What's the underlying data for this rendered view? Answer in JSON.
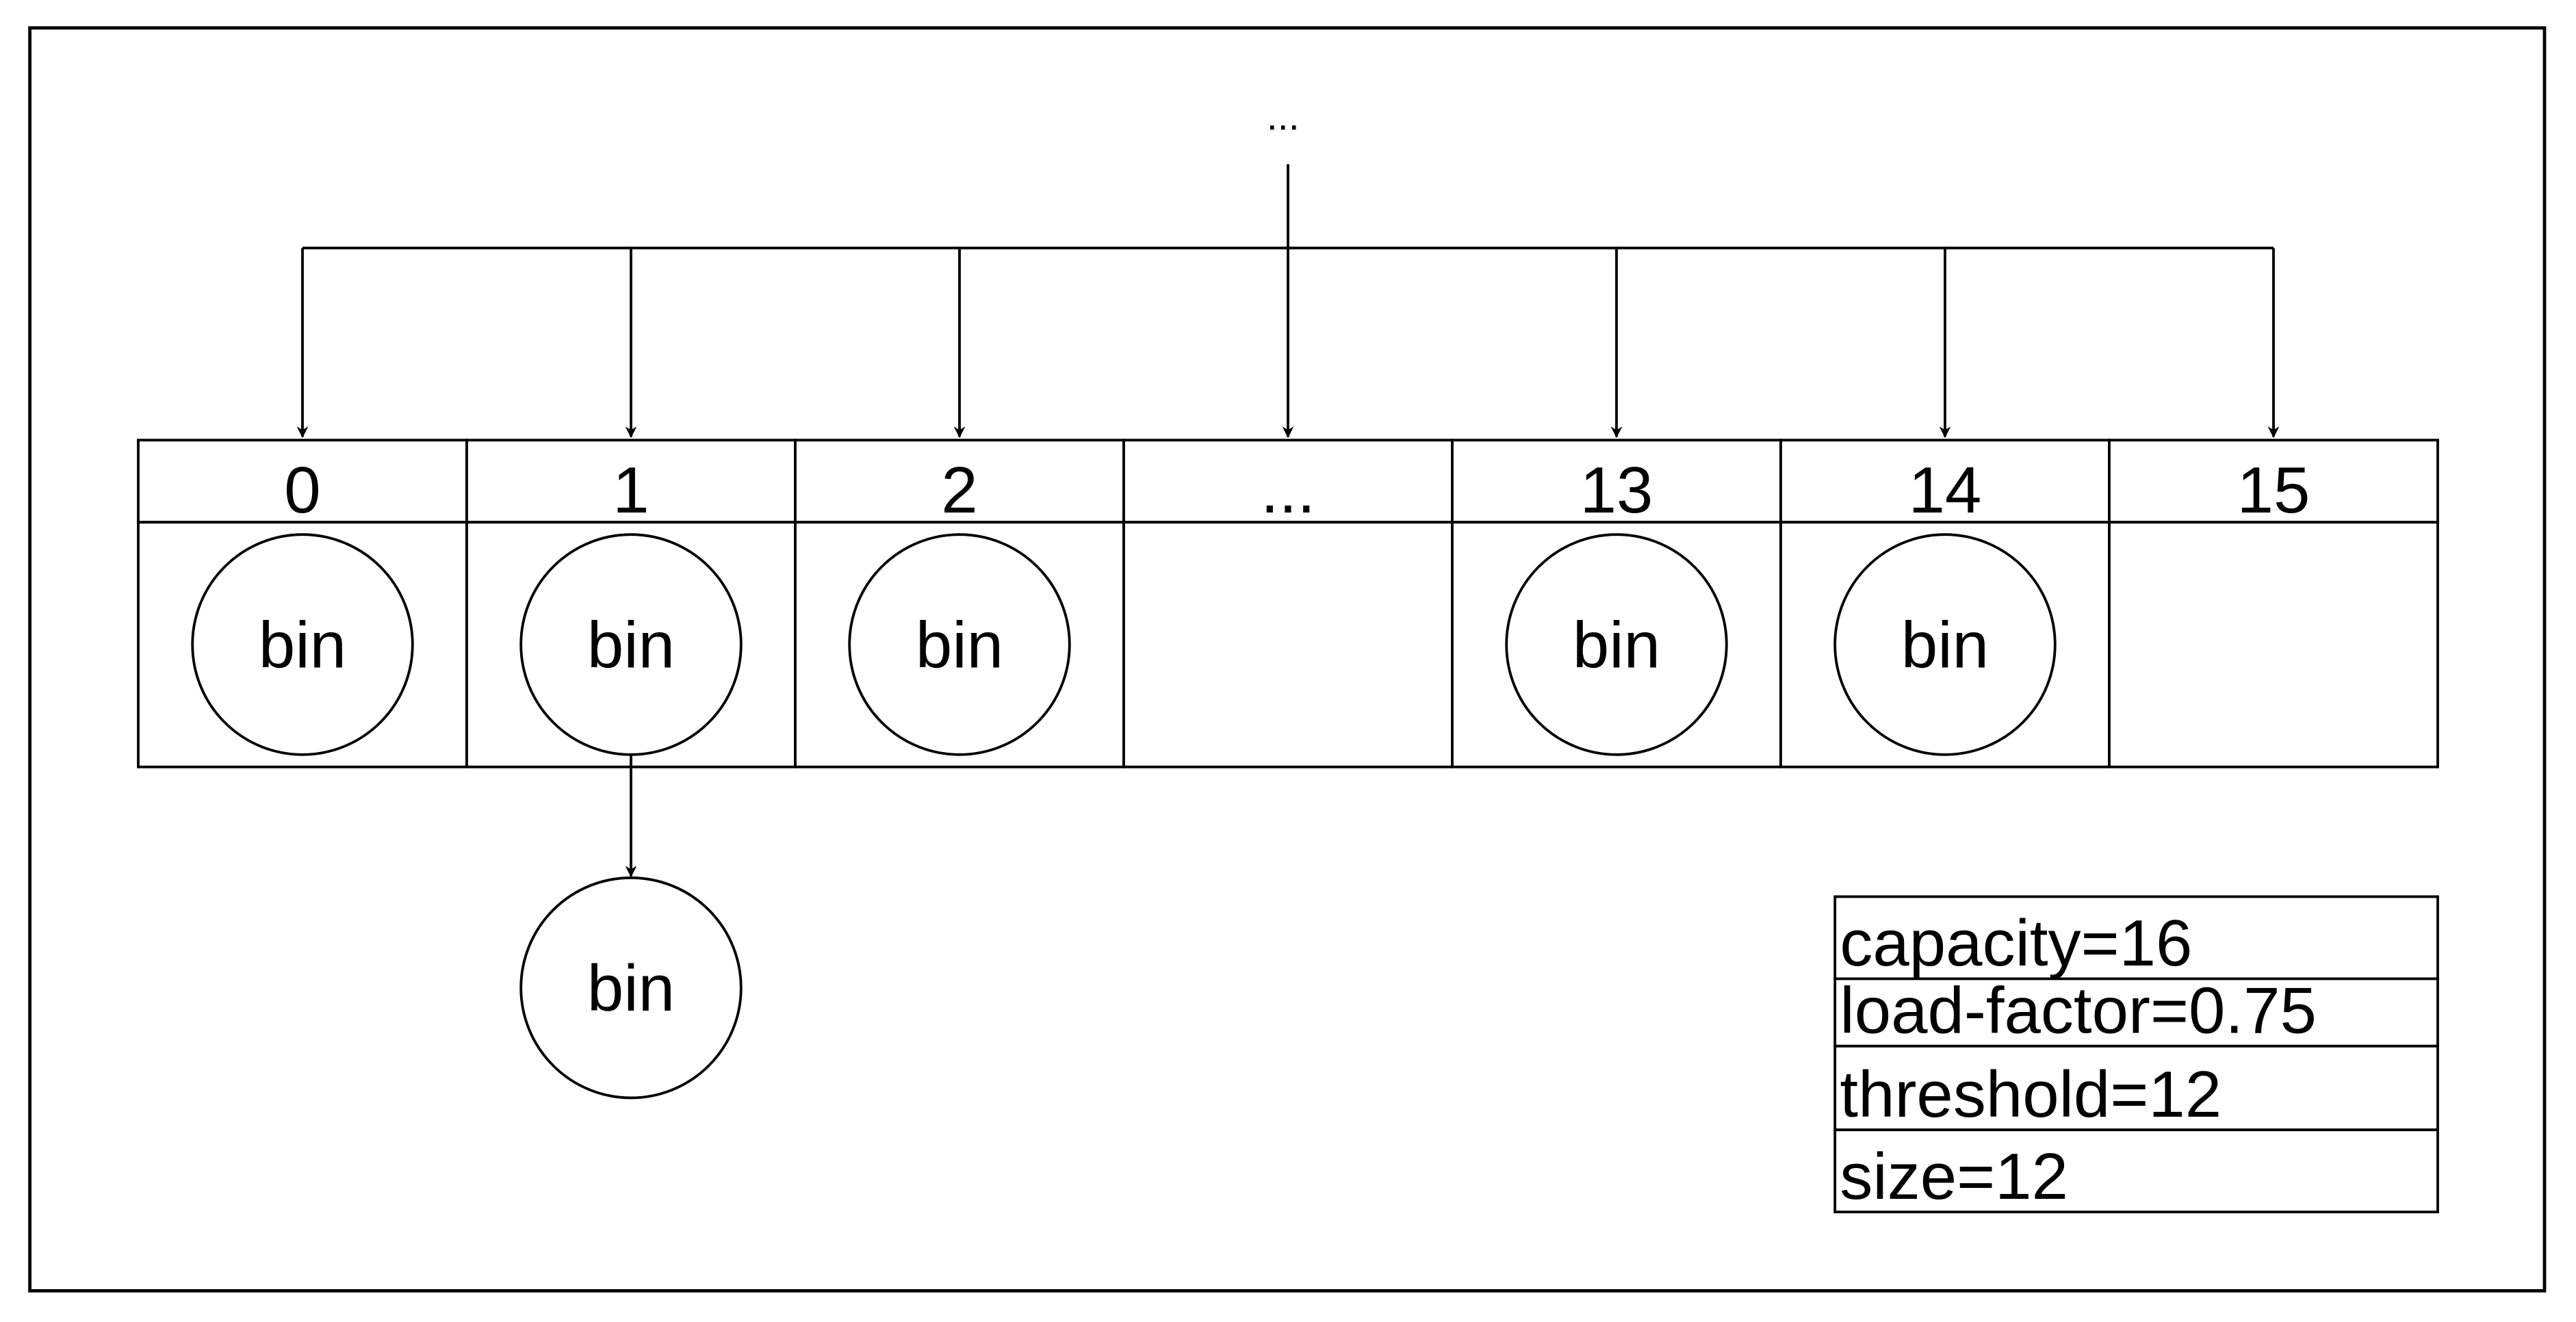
{
  "source_label": "...",
  "buckets": [
    {
      "index": "0",
      "bin": "bin",
      "chain": []
    },
    {
      "index": "1",
      "bin": "bin",
      "chain": [
        "bin"
      ]
    },
    {
      "index": "2",
      "bin": "bin",
      "chain": []
    },
    {
      "index": "...",
      "bin": "",
      "chain": []
    },
    {
      "index": "13",
      "bin": "bin",
      "chain": []
    },
    {
      "index": "14",
      "bin": "bin",
      "chain": []
    },
    {
      "index": "15",
      "bin": "",
      "chain": []
    }
  ],
  "info": [
    {
      "key": "capacity",
      "text": "capacity=16"
    },
    {
      "key": "load-factor",
      "text": "load-factor=0.75"
    },
    {
      "key": "threshold",
      "text": "threshold=12"
    },
    {
      "key": "size",
      "text": "size=12"
    }
  ],
  "colors": {
    "stroke": "#000000",
    "background": "#ffffff"
  }
}
